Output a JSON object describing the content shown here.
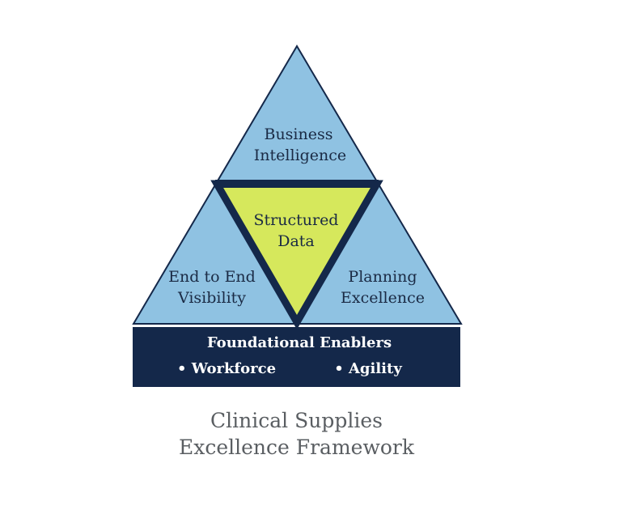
{
  "colors": {
    "segment": "#8fc2e2",
    "core": "#d6e85c",
    "navy": "#14284a",
    "caption": "#5a5e62"
  },
  "top_segment": {
    "line1": "Business",
    "line2": "Intelligence"
  },
  "core": {
    "line1": "Structured",
    "line2": "Data"
  },
  "left_segment": {
    "line1": "End to End",
    "line2": "Visibility"
  },
  "right_segment": {
    "line1": "Planning",
    "line2": "Excellence"
  },
  "foundation": {
    "title": "Foundational Enablers",
    "items": [
      "• Workforce",
      "• Agility"
    ]
  },
  "caption": {
    "line1": "Clinical Supplies",
    "line2": "Excellence Framework"
  }
}
